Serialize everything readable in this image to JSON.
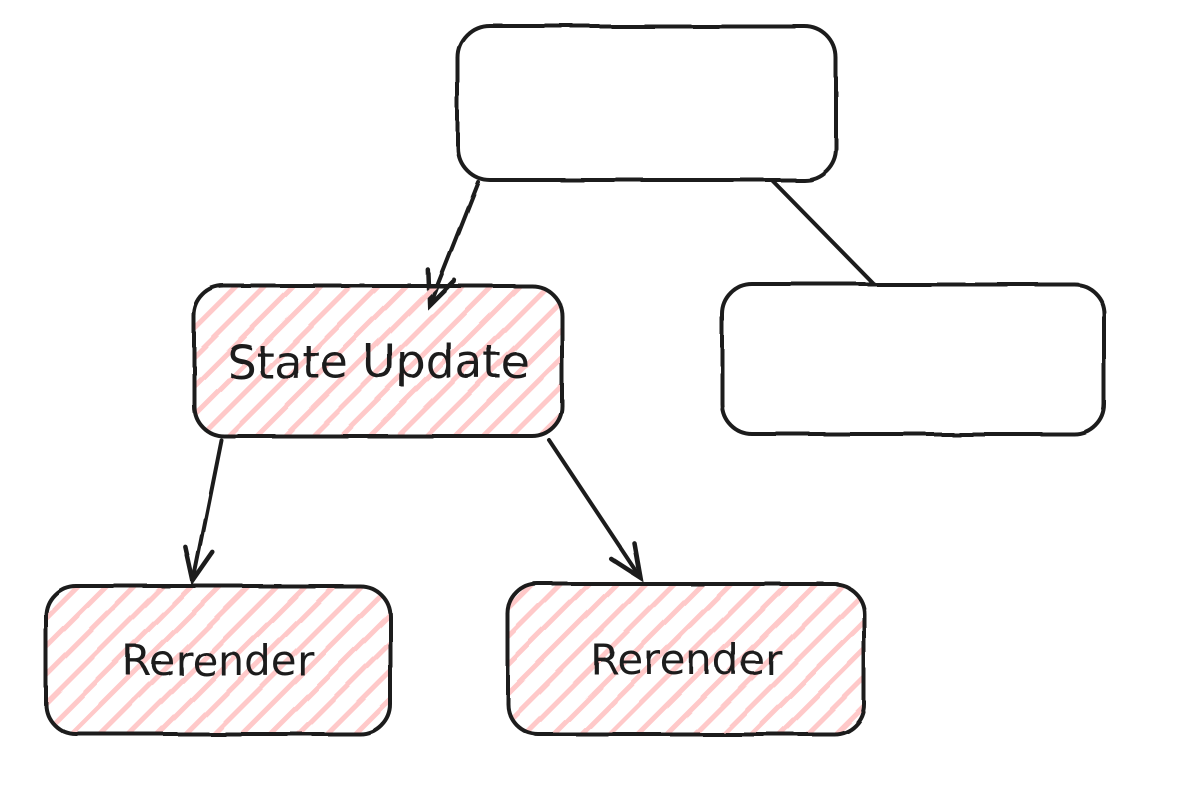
{
  "canvas": {
    "background_color": "#ffffff",
    "stroke_color": "#1e1e1e",
    "hatch_fill_color": "#ffc9c9"
  },
  "diagram": {
    "type": "flowchart",
    "style": "hand-drawn whiteboard (hachure fill)",
    "nodes": [
      {
        "id": "root",
        "label": "",
        "fill": "white",
        "row": "top"
      },
      {
        "id": "state-update",
        "label": "State Update",
        "fill": "hachure",
        "row": "middle-left"
      },
      {
        "id": "sibling",
        "label": "",
        "fill": "white",
        "row": "middle-right"
      },
      {
        "id": "rerender-left",
        "label": "Rerender",
        "fill": "hachure",
        "row": "bottom-left"
      },
      {
        "id": "rerender-mid",
        "label": "Rerender",
        "fill": "hachure",
        "row": "bottom-middle"
      }
    ],
    "edges": [
      {
        "from": "root",
        "to": "state-update"
      },
      {
        "from": "root",
        "to": "sibling"
      },
      {
        "from": "state-update",
        "to": "rerender-left"
      },
      {
        "from": "state-update",
        "to": "rerender-mid"
      }
    ]
  }
}
